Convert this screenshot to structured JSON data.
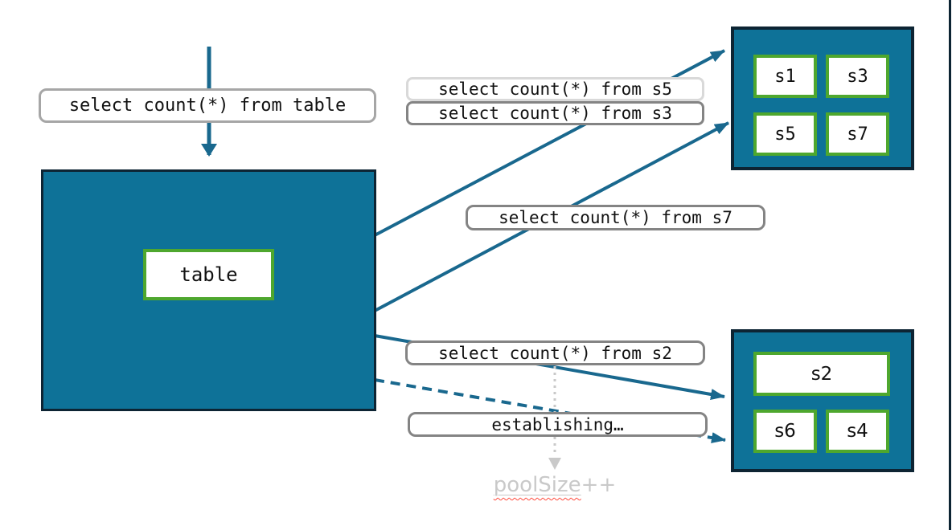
{
  "colors": {
    "teal": "#0e7298",
    "dark": "#0d2433",
    "green": "#4ea72e",
    "arrow": "#19688e",
    "gray": "#a6a6a6",
    "gray_light": "#d9d9d9",
    "gray_mid": "#848484",
    "ghost": "#c9c9c9",
    "spell": "#ff4b3e"
  },
  "queries": {
    "table": "select count(*) from table",
    "s5": "select count(*) from s5",
    "s3": "select count(*) from s3",
    "s7": "select count(*) from s7",
    "s2": "select count(*) from s2",
    "establishing": "establishing…"
  },
  "table_box": {
    "label": "table"
  },
  "pools": {
    "top": {
      "sessions": [
        "s1",
        "s3",
        "s5",
        "s7"
      ]
    },
    "bottom": {
      "wide_session": "s2",
      "sessions": [
        "s6",
        "s4"
      ]
    }
  },
  "annotation": {
    "pool_size": "poolSize",
    "pool_size_suffix": "++"
  }
}
